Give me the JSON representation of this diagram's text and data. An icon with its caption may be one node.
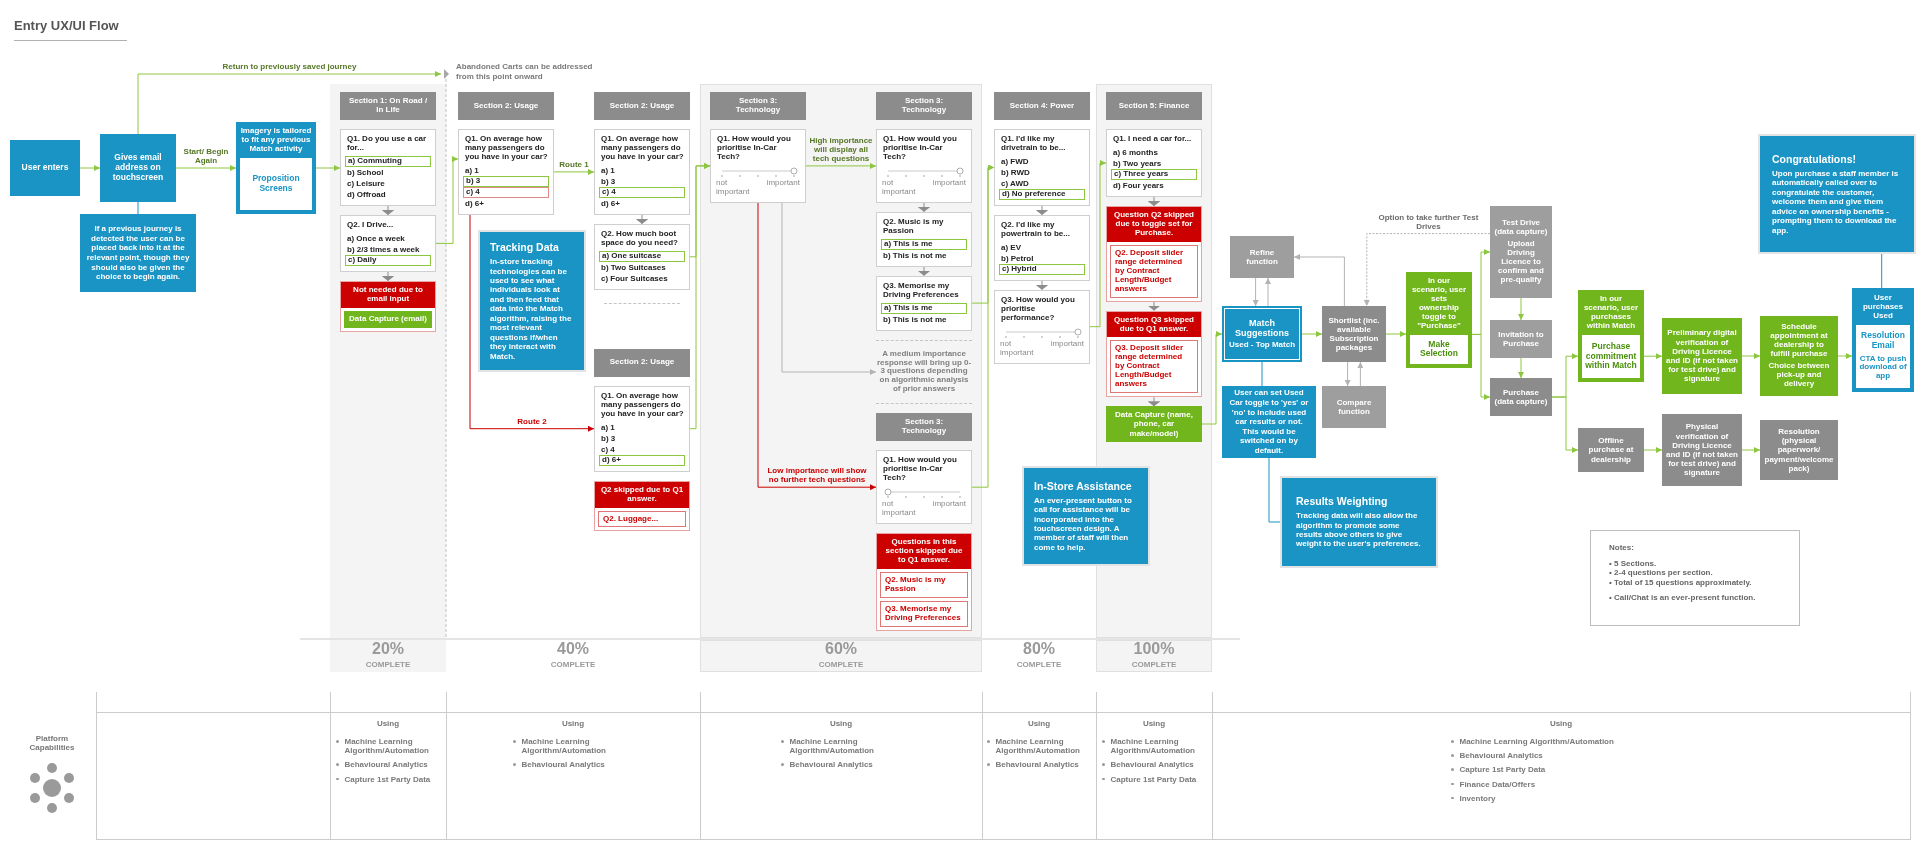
{
  "diagram": {
    "title": "Entry UX/UI Flow",
    "nodes": [
      {
        "text": [
          "User enters"
        ]
      },
      {
        "text": [
          "Gives email address on touchscreen"
        ]
      },
      {
        "text": [
          "If a previous journey is detected the user can be placed back into it at the relevant point, though they should also be given the choice to begin again."
        ]
      },
      {
        "text": [
          "Imagery is tailored to fit any previous Match activity"
        ]
      },
      {
        "text": [
          "Proposition Screens"
        ],
        "in": 3
      },
      {
        "text": [
          "Section 1: On Road / In Life"
        ]
      },
      {
        "text": [
          "Q1. Do you use a car for...",
          "b) School",
          "c) Leisure",
          "d) Offroad"
        ]
      },
      {
        "text": [
          "a) Commuting"
        ],
        "in": 6
      },
      {
        "text": [
          "Q2. I Drive...",
          "a) Once a week",
          "b) 2/3 times a week"
        ]
      },
      {
        "text": [
          "c) Daily"
        ],
        "in": 8
      },
      {
        "text": [
          "Not needed due to email input"
        ]
      },
      {
        "text": [
          "Data Capture (email)"
        ],
        "in": 10
      },
      {
        "text": [
          "Section 2: Usage"
        ]
      },
      {
        "text": [
          "Q1. On average how many passengers do you have in your car?",
          "a) 1",
          "d) 6+"
        ]
      },
      {
        "text": [
          "b) 3"
        ],
        "in": 13
      },
      {
        "text": [
          "c) 4"
        ],
        "in": 13
      },
      {
        "text": [
          "Tracking Data",
          "In-store tracking technologies can be used to see what individuals look at and then feed that data into the Match algorithm, raising the most relevant questions if/when they interact with Match."
        ]
      },
      {
        "text": [
          "Section 2: Usage"
        ]
      },
      {
        "text": [
          "Q1. On average how many passengers do you have in your car?",
          "a) 1",
          "b) 3",
          "d) 6+"
        ]
      },
      {
        "text": [
          "c) 4"
        ],
        "in": 18
      },
      {
        "text": [
          "Q2. How much boot space do you need?",
          "b) Two Suitcases",
          "c) Four Suitcases"
        ]
      },
      {
        "text": [
          "a) One suitcase"
        ],
        "in": 20
      },
      {
        "text": [
          "Section 2: Usage"
        ]
      },
      {
        "text": [
          "Q1. On average how many passengers do you have in your car?",
          "a) 1",
          "b) 3",
          "c) 4"
        ]
      },
      {
        "text": [
          "d) 6+"
        ],
        "in": 23
      },
      {
        "text": [
          "Q2 skipped due to Q1 answer."
        ]
      },
      {
        "text": [
          "Q2. Luggage..."
        ],
        "in": 25
      },
      {
        "text": [
          "Section 3: Technology"
        ]
      },
      {
        "text": [
          "Q1. How would you prioritise In-Car Tech?",
          "not important",
          "important"
        ]
      },
      {
        "text": [
          "Section 3: Technology"
        ]
      },
      {
        "text": [
          "Q1. How would you prioritise In-Car Tech?",
          "not important",
          "important"
        ]
      },
      {
        "text": [
          "Q2. Music is my Passion",
          "b) This is not me"
        ]
      },
      {
        "text": [
          "a) This is me"
        ],
        "in": 31
      },
      {
        "text": [
          "Q3. Memorise my Driving Preferences",
          "b) This is not me"
        ]
      },
      {
        "text": [
          "a) This is me"
        ],
        "in": 33
      },
      {
        "text": [
          "A medium importance response will bring up 0-3 questions depending on algorithmic analysis of prior answers"
        ]
      },
      {
        "text": [
          "Section 3: Technology"
        ]
      },
      {
        "text": [
          "Q1. How would you prioritise In-Car Tech?",
          "not important",
          "important"
        ]
      },
      {
        "text": [
          "Questions in this section skipped due to Q1 answer."
        ]
      },
      {
        "text": [
          "Q2. Music is my Passion"
        ],
        "in": 38
      },
      {
        "text": [
          "Q3. Memorise my Driving Preferences"
        ],
        "in": 38
      },
      {
        "text": [
          "Section 4: Power"
        ]
      },
      {
        "text": [
          "Q1. I'd like my drivetrain to be...",
          "a) FWD",
          "b) RWD",
          "c) AWD"
        ]
      },
      {
        "text": [
          "d) No preference"
        ],
        "in": 42
      },
      {
        "text": [
          "Q2. I'd like my powertrain to be...",
          "a) EV",
          "b) Petrol"
        ]
      },
      {
        "text": [
          "c) Hybrid"
        ],
        "in": 44
      },
      {
        "text": [
          "Q3. How would you prioritise performance?",
          "not important",
          "important"
        ]
      },
      {
        "text": [
          "Section 5: Finance"
        ]
      },
      {
        "text": [
          "Q1. I need a car for...",
          "a) 6 months",
          "b) Two years",
          "d) Four years"
        ]
      },
      {
        "text": [
          "c) Three years"
        ],
        "in": 48
      },
      {
        "text": [
          "Question Q2 skipped due to toggle set for Purchase."
        ]
      },
      {
        "text": [
          "Q2. Deposit slider range determined by Contract Length/Budget answers"
        ],
        "in": 50
      },
      {
        "text": [
          "Question Q3 skipped due to Q1 answer."
        ]
      },
      {
        "text": [
          "Q3. Deposit slider range determined by Contract Length/Budget answers"
        ],
        "in": 52
      },
      {
        "text": [
          "Data Capture (name, phone, car make/model)"
        ]
      },
      {
        "text": [
          "In-Store Assistance",
          "An ever-present button to call for assistance will be incorporated into the touchscreen design. A member of staff will then come to help."
        ]
      },
      {
        "text": [
          "Refine function"
        ]
      },
      {
        "text": [
          "Match Suggestions",
          "Used - Top Match"
        ]
      },
      {
        "text": [
          "User can set Used Car toggle to 'yes' or 'no' to include used car results or not. This would be switched on by default."
        ]
      },
      {
        "text": [
          "Shortlist (inc. available Subscription packages"
        ]
      },
      {
        "text": [
          "Compare function"
        ]
      },
      {
        "text": [
          "Results Weighting",
          "Tracking data will also allow the algorithm to promote some results above others to give weight to the user's preferences."
        ]
      },
      {
        "text": [
          "In our scenario, user sets ownership toggle to \"Purchase\""
        ]
      },
      {
        "text": [
          "Make Selection"
        ],
        "in": 62
      },
      {
        "text": [
          "Test Drive (data capture)",
          "Upload Driving Licence to confirm and pre-qualify"
        ]
      },
      {
        "text": [
          "Invitation to Purchase"
        ]
      },
      {
        "text": [
          "Purchase (data capture)"
        ]
      },
      {
        "text": [
          "Congratulations!",
          "Upon purchase a staff member is automatically called over to congratulate the customer, welcome them and give them advice on ownership benefits - prompting them to download the app."
        ]
      },
      {
        "text": [
          "In our scenario, user purchases within Match"
        ]
      },
      {
        "text": [
          "Purchase commitment within Match"
        ],
        "in": 68
      },
      {
        "text": [
          "Preliminary digital verification of Driving Licence and ID (if not taken for test drive) and signature"
        ]
      },
      {
        "text": [
          "Schedule appointment at dealership to fulfill purchase",
          "Choice between pick-up and delivery"
        ]
      },
      {
        "text": [
          "User purchases Used"
        ]
      },
      {
        "text": [
          "Resolution Email",
          "CTA to push download of app"
        ],
        "in": 72
      },
      {
        "text": [
          "Offline purchase at dealership"
        ]
      },
      {
        "text": [
          "Physical verification of Driving Licence and ID (if not taken for test drive) and signature"
        ]
      },
      {
        "text": [
          "Resolution (physical paperwork/ payment/welcome pack)"
        ]
      },
      {
        "text": [
          "Notes:",
          "• 5 Sections.",
          "• 2-4 questions per section.",
          "• Total of 15 questions approximately.",
          "• Call/Chat is an ever-present function."
        ]
      },
      {
        "text": [
          "20%",
          "COMPLETE"
        ]
      },
      {
        "text": [
          "40%",
          "COMPLETE"
        ]
      },
      {
        "text": [
          "60%",
          "COMPLETE"
        ]
      },
      {
        "text": [
          "80%",
          "COMPLETE"
        ]
      },
      {
        "text": [
          "100%",
          "COMPLETE"
        ]
      },
      {
        "text": [],
        "shape": "line",
        "beside": [
          "Abandoned Carts can be addressed from this point onward"
        ]
      }
    ],
    "edges": [
      {
        "from": 0,
        "to": 1,
        "arrow": "to"
      },
      {
        "from": 1,
        "to": 2,
        "arrow": "none",
        "color": "#1a94c4"
      },
      {
        "from": 1,
        "to": 3,
        "arrow": "to",
        "label": "Start/ Begin Again"
      },
      {
        "from": 1,
        "to": 83,
        "arrow": "to",
        "label": "Return to previously saved journey"
      },
      {
        "from": 3,
        "to": 6,
        "arrow": "to"
      },
      {
        "from": 6,
        "to": 8,
        "arrow": "to",
        "color": "#8c8c8c"
      },
      {
        "from": 8,
        "to": 10,
        "arrow": "to",
        "color": "#8c8c8c"
      },
      {
        "from": 8,
        "to": 13,
        "arrow": "to"
      },
      {
        "from": 13,
        "to": 18,
        "arrow": "to",
        "label": "Route 1"
      },
      {
        "from": 13,
        "to": 23,
        "arrow": "to",
        "label": "Route 2",
        "color": "#cc0000"
      },
      {
        "from": 18,
        "to": 20,
        "arrow": "to",
        "color": "#8c8c8c"
      },
      {
        "from": 20,
        "to": 28,
        "arrow": "to"
      },
      {
        "from": 23,
        "to": 28,
        "arrow": "to"
      },
      {
        "from": 28,
        "to": 30,
        "arrow": "to",
        "label": "High importance will display all tech questions"
      },
      {
        "from": 28,
        "to": 35,
        "arrow": "to",
        "color": "#b3b3b3"
      },
      {
        "from": 28,
        "to": 37,
        "arrow": "to",
        "label": "Low importance will show no further tech questions",
        "color": "#cc0000"
      },
      {
        "from": 30,
        "to": 31,
        "arrow": "to",
        "color": "#8c8c8c"
      },
      {
        "from": 31,
        "to": 33,
        "arrow": "to",
        "color": "#8c8c8c"
      },
      {
        "from": 33,
        "to": 42,
        "arrow": "to"
      },
      {
        "from": 37,
        "to": 42,
        "arrow": "to"
      },
      {
        "from": 42,
        "to": 44,
        "arrow": "to",
        "color": "#8c8c8c"
      },
      {
        "from": 44,
        "to": 46,
        "arrow": "to",
        "color": "#8c8c8c"
      },
      {
        "from": 46,
        "to": 48,
        "arrow": "to"
      },
      {
        "from": 48,
        "to": 50,
        "arrow": "to",
        "color": "#8c8c8c"
      },
      {
        "from": 50,
        "to": 52,
        "arrow": "to",
        "color": "#8c8c8c"
      },
      {
        "from": 52,
        "to": 54,
        "arrow": "to",
        "color": "#8c8c8c"
      },
      {
        "from": 54,
        "to": 57,
        "arrow": "to"
      },
      {
        "from": 59,
        "to": 56,
        "arrow": "to",
        "color": "#b3b3b3"
      },
      {
        "from": 56,
        "to": 57,
        "arrow": "to",
        "color": "#b3b3b3"
      },
      {
        "from": 57,
        "to": 56,
        "arrow": "to",
        "color": "#b3b3b3"
      },
      {
        "from": 57,
        "to": 58,
        "arrow": "none",
        "color": "#1a94c4"
      },
      {
        "from": 58,
        "to": 61,
        "arrow": "none",
        "color": "#1a94c4"
      },
      {
        "from": 57,
        "to": 59,
        "arrow": "to"
      },
      {
        "from": 59,
        "to": 60,
        "arrow": "to",
        "color": "#b3b3b3"
      },
      {
        "from": 60,
        "to": 59,
        "arrow": "to",
        "color": "#b3b3b3"
      },
      {
        "from": 64,
        "to": 59,
        "arrow": "to",
        "label": "Option to take further Test Drives",
        "style": "dashed",
        "color": "#b3b3b3"
      },
      {
        "from": 59,
        "to": 62,
        "arrow": "to"
      },
      {
        "from": 62,
        "to": 64,
        "arrow": "to"
      },
      {
        "from": 62,
        "to": 66,
        "arrow": "to"
      },
      {
        "from": 64,
        "to": 65,
        "arrow": "to"
      },
      {
        "from": 65,
        "to": 66,
        "arrow": "to"
      },
      {
        "from": 66,
        "to": 68,
        "arrow": "to"
      },
      {
        "from": 66,
        "to": 74,
        "arrow": "to"
      },
      {
        "from": 68,
        "to": 70,
        "arrow": "to"
      },
      {
        "from": 70,
        "to": 71,
        "arrow": "to"
      },
      {
        "from": 71,
        "to": 72,
        "arrow": "to"
      },
      {
        "from": 67,
        "to": 72,
        "arrow": "none",
        "color": "#1a94c4"
      },
      {
        "from": 74,
        "to": 75,
        "arrow": "to"
      },
      {
        "from": 75,
        "to": 76,
        "arrow": "to"
      }
    ],
    "labels": [
      "Platform Capabilities",
      "Using",
      "Machine Learning Algorithm/Automation",
      "Behavioural Analytics",
      "Capture 1st Party Data",
      "Using",
      "Machine Learning Algorithm/Automation",
      "Behavioural Analytics",
      "Using",
      "Machine Learning Algorithm/Automation",
      "Behavioural Analytics",
      "Using",
      "Machine Learning Algorithm/Automation",
      "Behavioural Analytics",
      "Using",
      "Machine Learning Algorithm/Automation",
      "Behavioural Analytics",
      "Capture 1st Party Data",
      "Using",
      "Machine Learning Algorithm/Automation",
      "Behavioural Analytics",
      "Capture 1st Party Data",
      "Finance Data/Offers",
      "Inventory"
    ]
  }
}
